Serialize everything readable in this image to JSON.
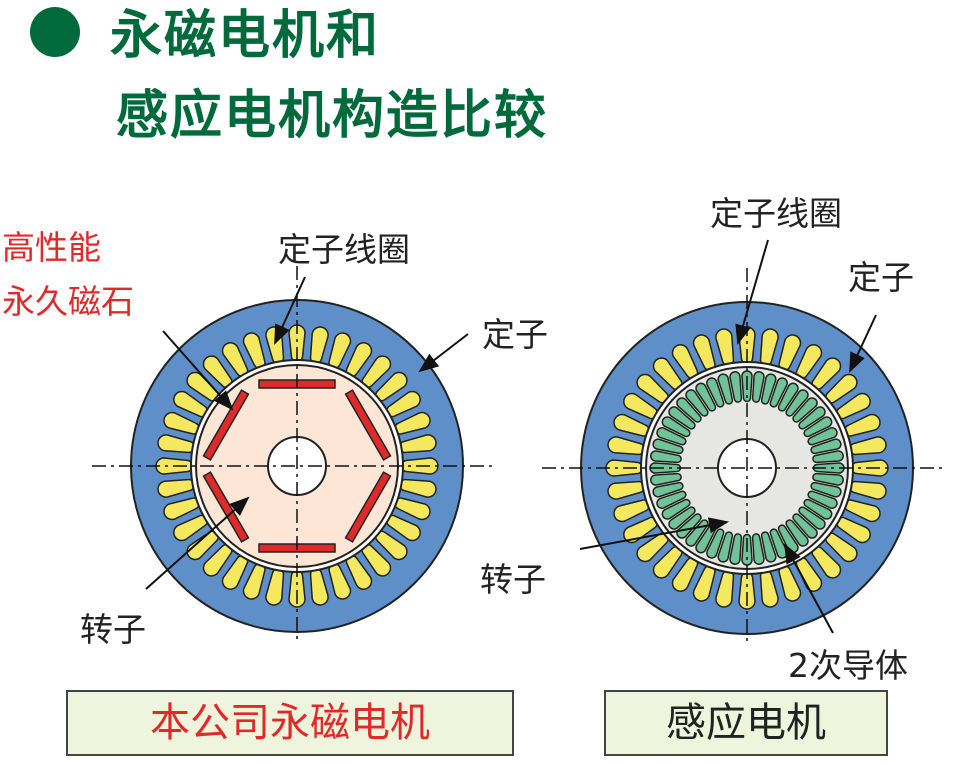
{
  "title": {
    "line1": "永磁电机和",
    "line2": "感应电机构造比较"
  },
  "pm_motor": {
    "magnet_label_line1": "高性能",
    "magnet_label_line2": "永久磁石",
    "stator_coil_label": "定子线圈",
    "stator_label": "定子",
    "rotor_label": "转子",
    "caption": "本公司永磁电机"
  },
  "induction_motor": {
    "stator_coil_label": "定子线圈",
    "stator_label": "定子",
    "rotor_label": "转子",
    "secondary_conductor_label": "2次导体",
    "caption": "感应电机"
  },
  "colors": {
    "title": "#006a3c",
    "stator": "#5f8fc8",
    "coil": "#f3e85e",
    "pm_rotor": "#fde6d6",
    "magnet": "#e02a2a",
    "im_rotor": "#e6e6e2",
    "rotor_bar": "#6fc397",
    "caption_bg": "#eef5dc",
    "accent_red": "#e02a2a"
  }
}
